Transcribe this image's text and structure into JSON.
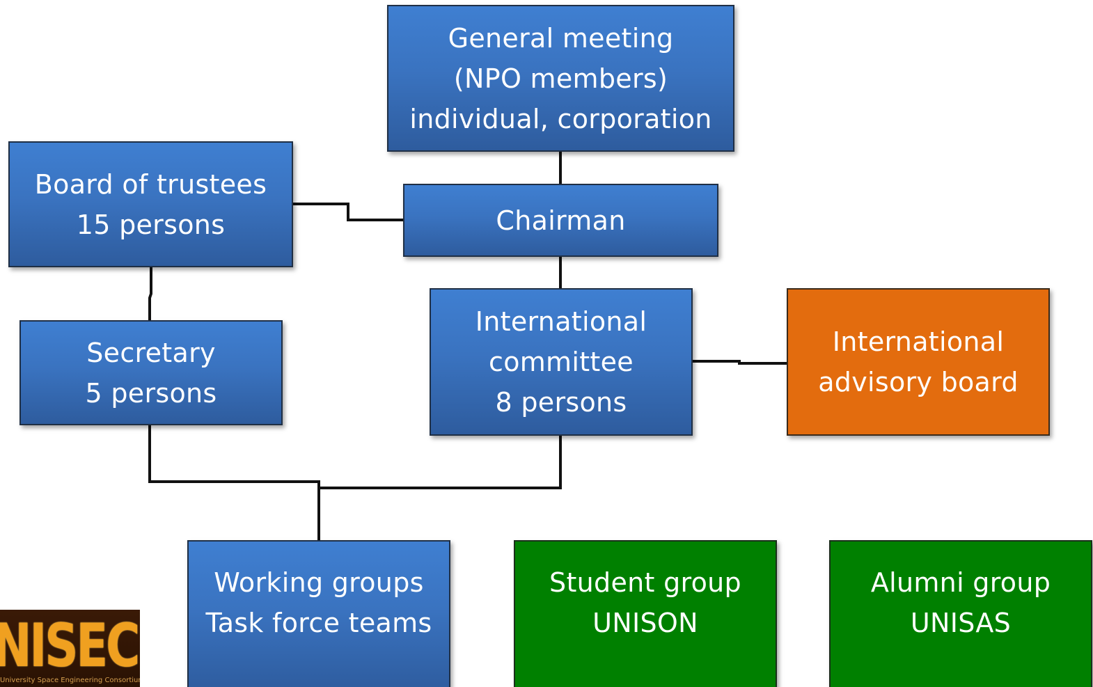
{
  "org_chart": {
    "nodes": {
      "general_meeting": {
        "lines": [
          "General meeting",
          "(NPO members)",
          "individual, corporation"
        ],
        "color": "#3a73c0"
      },
      "board_of_trustees": {
        "lines": [
          "Board of trustees",
          "15 persons"
        ],
        "color": "#3a73c0"
      },
      "chairman": {
        "lines": [
          "Chairman"
        ],
        "color": "#3a73c0"
      },
      "secretary": {
        "lines": [
          "Secretary",
          "5 persons"
        ],
        "color": "#3a73c0"
      },
      "international_committee": {
        "lines": [
          "International",
          "committee",
          "8 persons"
        ],
        "color": "#3a73c0"
      },
      "international_advisory_board": {
        "lines": [
          "International",
          "advisory board"
        ],
        "color": "#e36c0e"
      },
      "working_groups": {
        "lines": [
          "Working groups",
          "Task force teams"
        ],
        "color": "#3a73c0"
      },
      "student_group": {
        "lines": [
          "Student group",
          "UNISON"
        ],
        "color": "#008000"
      },
      "alumni_group": {
        "lines": [
          "Alumni group",
          "UNISAS"
        ],
        "color": "#008000"
      }
    },
    "edges": [
      [
        "general_meeting",
        "chairman"
      ],
      [
        "board_of_trustees",
        "chairman"
      ],
      [
        "chairman",
        "international_committee"
      ],
      [
        "board_of_trustees",
        "secretary"
      ],
      [
        "international_committee",
        "international_advisory_board"
      ],
      [
        "secretary",
        "working_groups"
      ],
      [
        "international_committee",
        "working_groups"
      ]
    ]
  },
  "logo": {
    "text": "UNISEC",
    "subtext": "University Space Engineering Consortium"
  }
}
